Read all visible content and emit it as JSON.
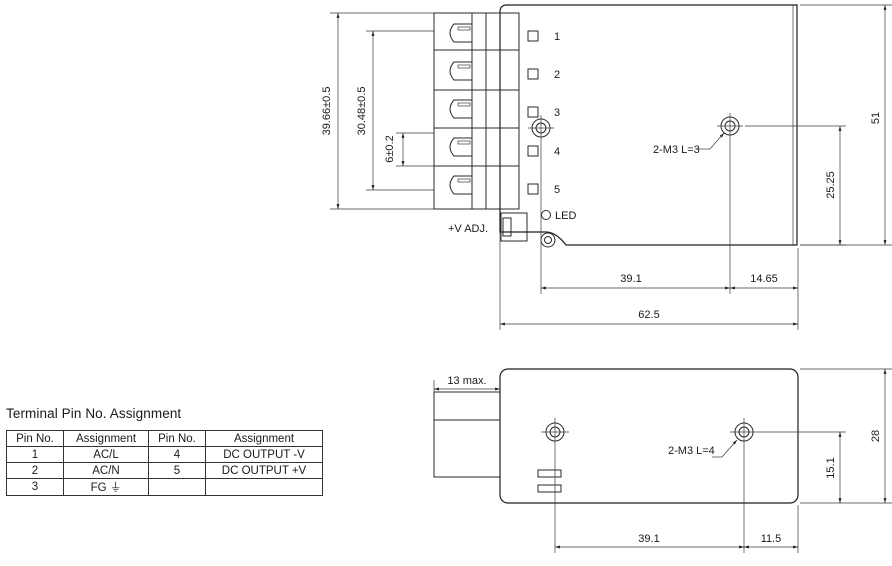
{
  "top_view": {
    "pin_labels": [
      "1",
      "2",
      "3",
      "4",
      "5"
    ],
    "led_label": "LED",
    "vadj_label": "+V ADJ.",
    "dim_outer_pin": "39.66±0.5",
    "dim_inner_pin": "30.48±0.5",
    "dim_pitch": "6±0.2",
    "mount_note": "2-M3 L=3",
    "dim_height": "51",
    "dim_hole_height": "25.25",
    "dim_hole_span": "39.1",
    "dim_hole_edge": "14.65",
    "dim_length": "62.5"
  },
  "side_view": {
    "dim_terminal_max": "13 max.",
    "mount_note": "2-M3 L=4",
    "dim_height": "28",
    "dim_hole_height": "15.1",
    "dim_hole_span": "39.1",
    "dim_hole_edge": "11.5"
  },
  "pin_table": {
    "title": "Terminal Pin No.  Assignment",
    "headers": [
      "Pin No.",
      "Assignment",
      "Pin No.",
      "Assignment"
    ],
    "rows": [
      [
        "1",
        "AC/L",
        "4",
        "DC OUTPUT -V"
      ],
      [
        "2",
        "AC/N",
        "5",
        "DC OUTPUT +V"
      ],
      [
        "3",
        "FG ⏚",
        "",
        ""
      ]
    ]
  }
}
